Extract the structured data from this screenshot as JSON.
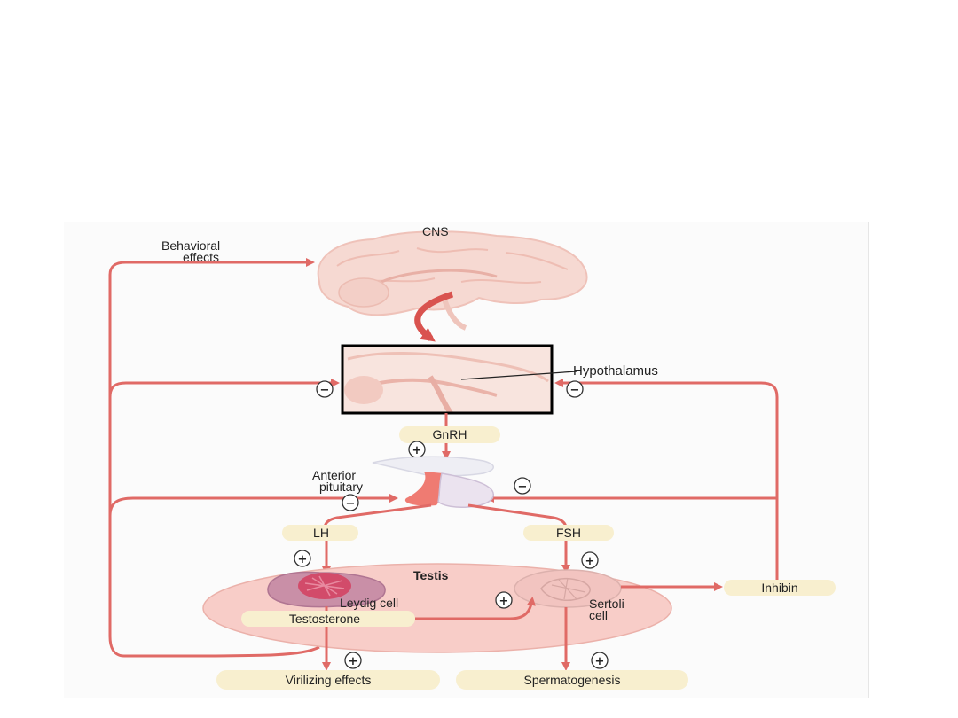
{
  "diagram": {
    "cns": "CNS",
    "behavioral_effects": [
      "Behavioral",
      "effects"
    ],
    "hypothalamus": "Hypothalamus",
    "gnrh": "GnRH",
    "anterior_pituitary": [
      "Anterior",
      "pituitary"
    ],
    "lh": "LH",
    "fsh": "FSH",
    "testis": "Testis",
    "leydig_cell": "Leydig cell",
    "sertoli_cell": [
      "Sertoli",
      "cell"
    ],
    "testosterone": "Testosterone",
    "inhibin": "Inhibin",
    "virilizing_effects": "Virilizing effects",
    "spermatogenesis": "Spermatogenesis",
    "plus_sign": "+",
    "minus_sign": "−"
  },
  "colors": {
    "arrow": "#e06a66",
    "pill": "#f8efcf",
    "testis": "#f8cdc8",
    "brain": "#f6d9d2",
    "highlight_box": "#000000"
  }
}
